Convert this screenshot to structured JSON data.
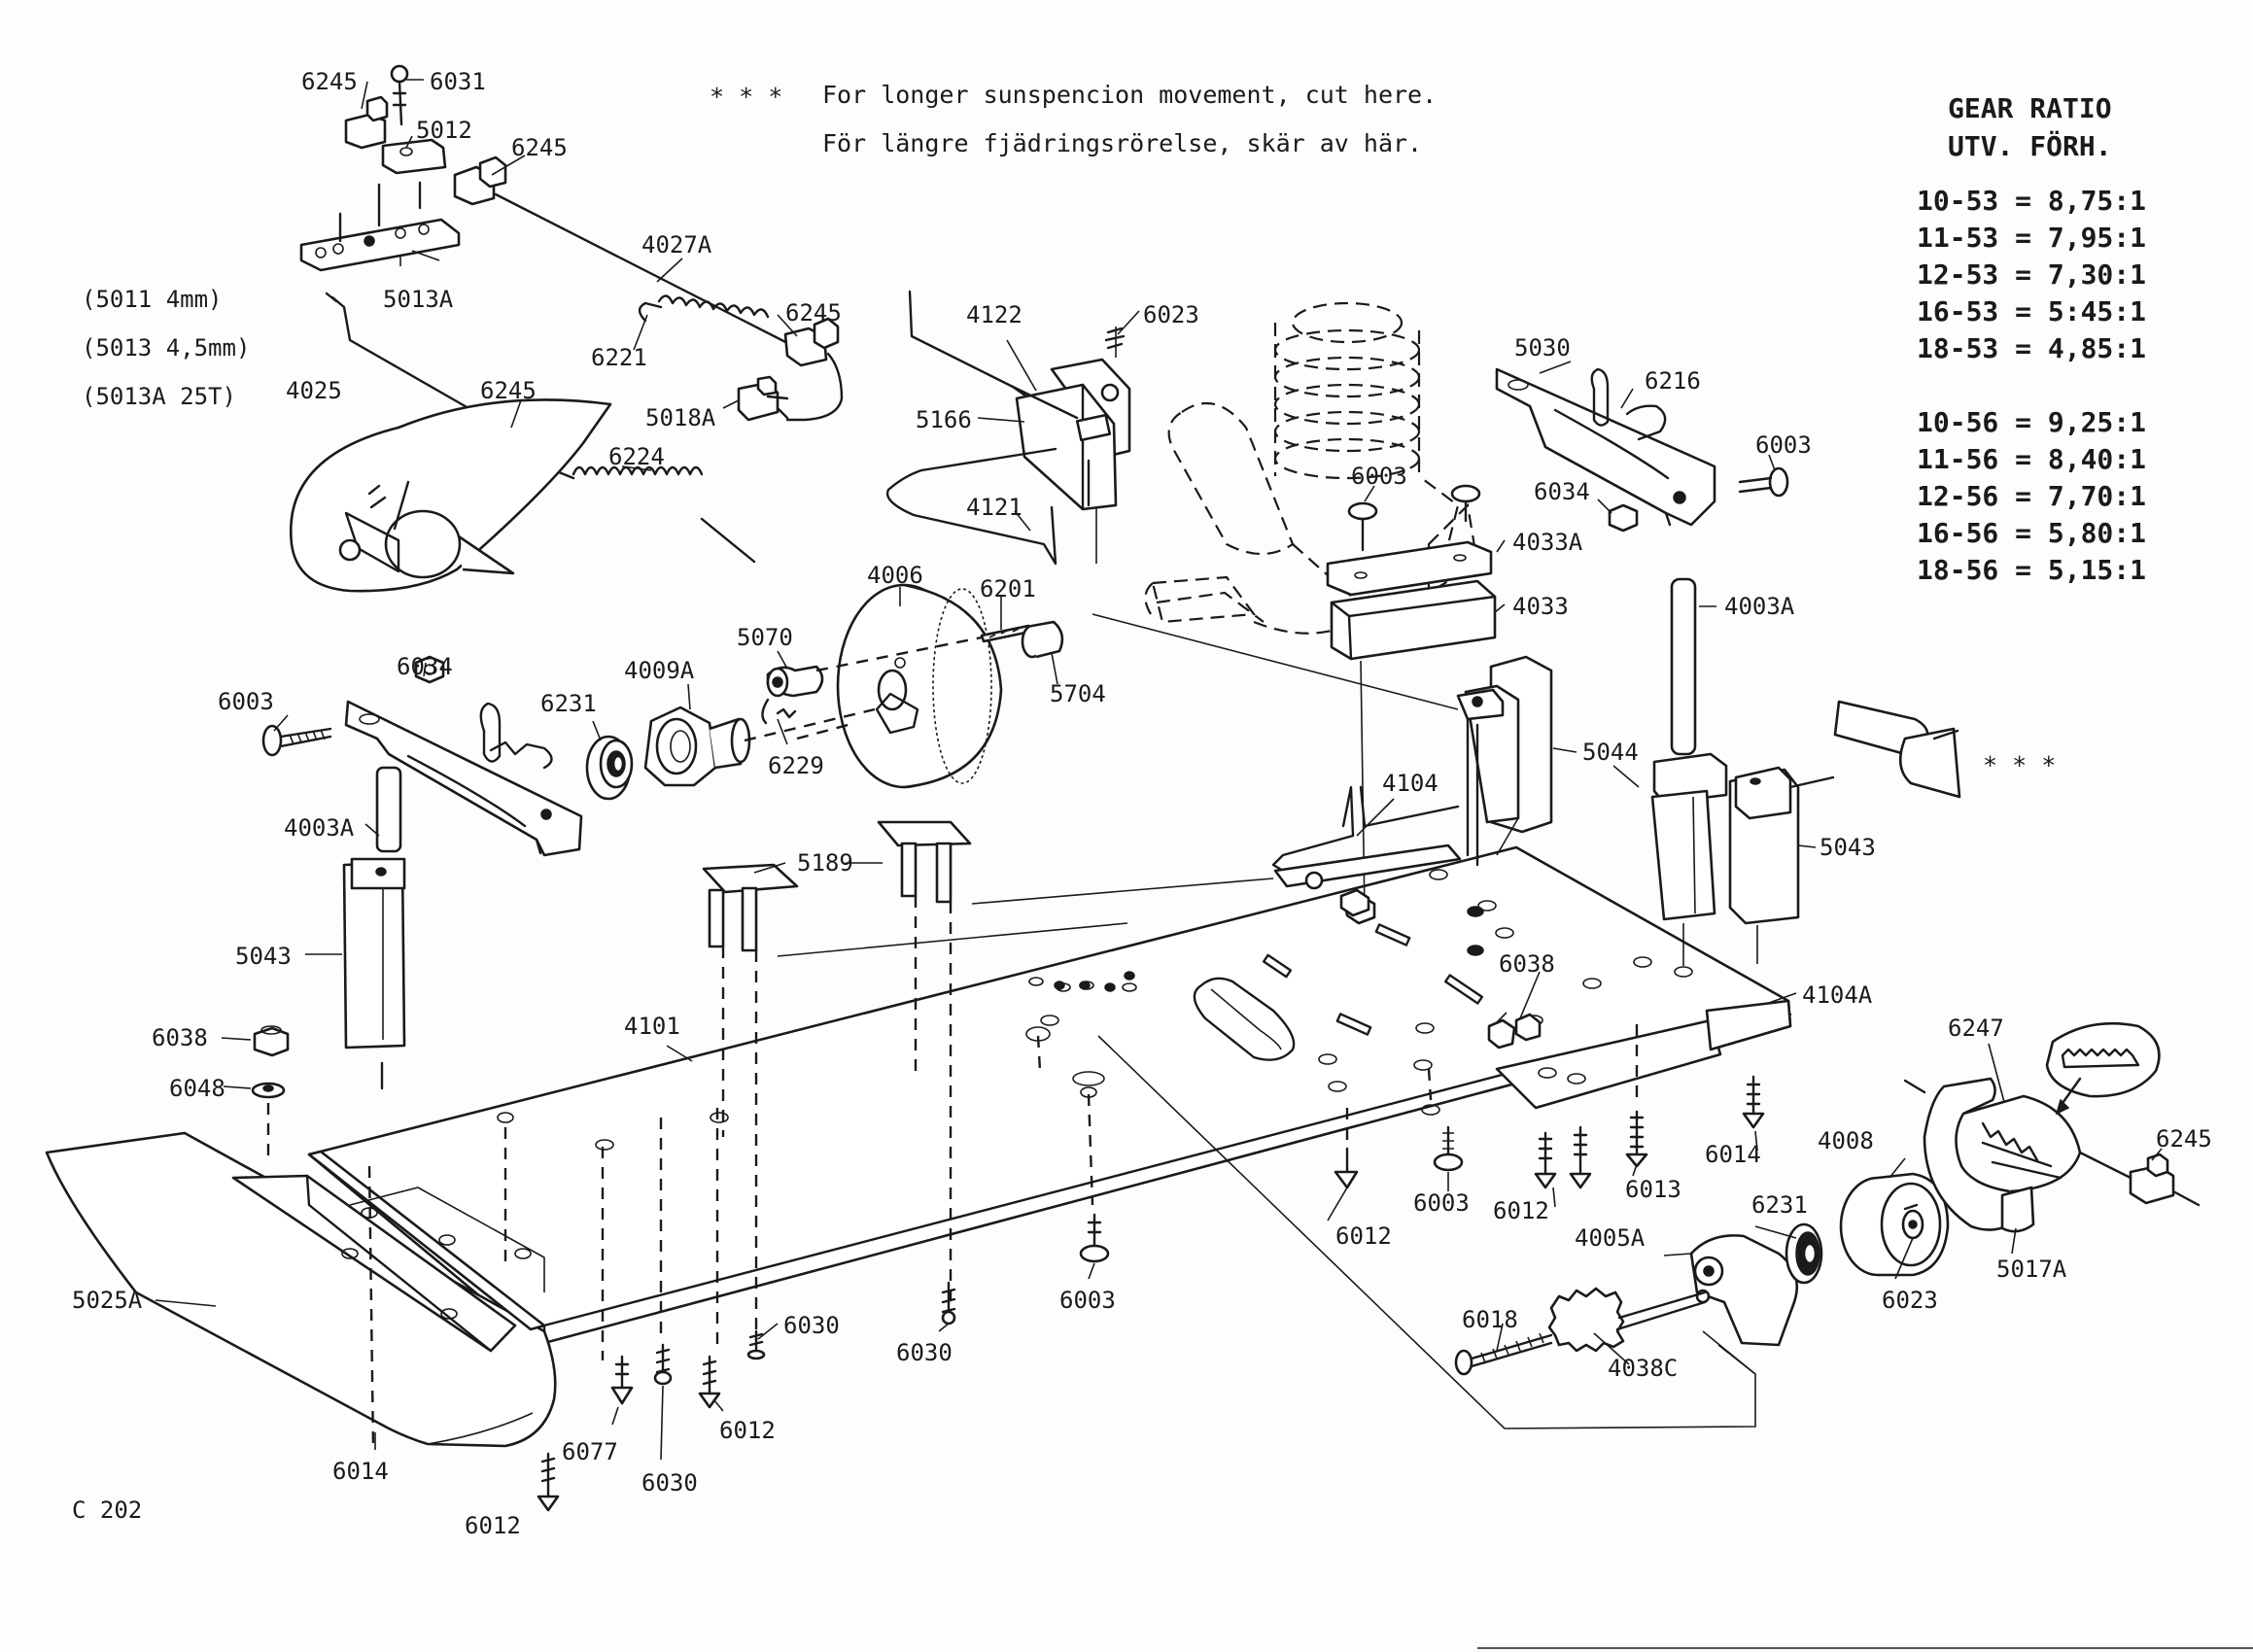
{
  "notes": {
    "marker": "* * *",
    "english": "For longer sunspencion movement, cut here.",
    "swedish": "För längre fjädringsrörelse, skär av här.",
    "right_marker": "* * *"
  },
  "gear_ratio": {
    "title1": "GEAR RATIO",
    "title2": "UTV. FÖRH.",
    "group53": [
      "10-53 = 8,75:1",
      "11-53 = 7,95:1",
      "12-53 = 7,30:1",
      "16-53 = 5:45:1",
      "18-53 = 4,85:1"
    ],
    "group56": [
      "10-56 = 9,25:1",
      "11-56 = 8,40:1",
      "12-56 = 7,70:1",
      "16-56 = 5,80:1",
      "18-56 = 5,15:1"
    ]
  },
  "side_notes": [
    "(5011 4mm)",
    "(5013 4,5mm)",
    "(5013A 25T)"
  ],
  "drawing_code": "C 202",
  "labels": {
    "p6245a": "6245",
    "p6031": "6031",
    "p5012": "5012",
    "p6245b": "6245",
    "p5013A": "5013A",
    "p4027A": "4027A",
    "p6245c": "6245",
    "p6221": "6221",
    "p5018A": "5018A",
    "p4025": "4025",
    "p6245d": "6245",
    "p6224": "6224",
    "p4122": "4122",
    "p6023a": "6023",
    "p5166": "5166",
    "p4121": "4121",
    "p5030": "5030",
    "p6216": "6216",
    "p6003a": "6003",
    "p6003b": "6003",
    "p6034a": "6034",
    "p4033A": "4033A",
    "p4033": "4033",
    "p4003Aa": "4003A",
    "p4006": "4006",
    "p6201": "6201",
    "p5070": "5070",
    "p4009A": "4009A",
    "p5704": "5704",
    "p6231a": "6231",
    "p6229": "6229",
    "p6003c": "6003",
    "p6034b": "6034",
    "p4003Ab": "4003A",
    "p5189": "5189",
    "p5044": "5044",
    "p4104": "4104",
    "p5043a": "5043",
    "p5043b": "5043",
    "p6038a": "6038",
    "p6048": "6048",
    "p4101": "4101",
    "p6038b": "6038",
    "p4104A": "4104A",
    "p6247": "6247",
    "p6014a": "6014",
    "p6003d": "6003",
    "p6012a": "6012",
    "p6013": "6013",
    "p6012b": "6012",
    "p4008": "4008",
    "p6245e": "6245",
    "p6231b": "6231",
    "p4005A": "4005A",
    "p6023b": "6023",
    "p5017A": "5017A",
    "p6003e": "6003",
    "p5025A": "5025A",
    "p6030a": "6030",
    "p6030b": "6030",
    "p6018": "6018",
    "p4038C": "4038C",
    "p6012c": "6012",
    "p6077": "6077",
    "p6014b": "6014",
    "p6030c": "6030",
    "p6012d": "6012"
  }
}
